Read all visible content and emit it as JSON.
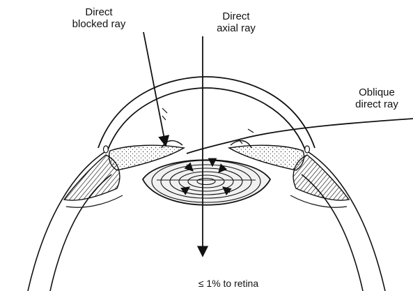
{
  "labels": {
    "direct_blocked_ray": [
      "Direct",
      "blocked ray"
    ],
    "direct_axial_ray": [
      "Direct",
      "axial ray"
    ],
    "oblique_direct_ray": [
      "Oblique",
      "direct ray"
    ],
    "retina_note": "≤ 1% to retina"
  },
  "colors": {
    "ink": "#111111",
    "background": "#ffffff",
    "lens_fill": "#f1f1f1",
    "muscle_fill": "#d6d6d6"
  }
}
